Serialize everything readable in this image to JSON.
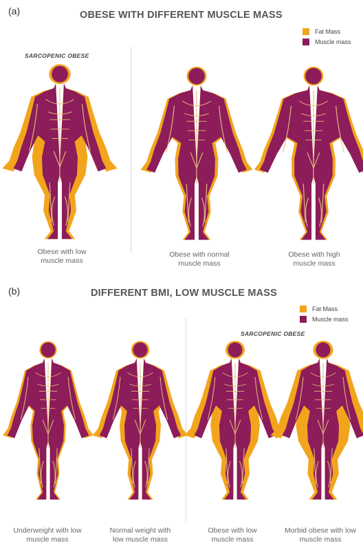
{
  "colors": {
    "fat": "#f2a51c",
    "muscle": "#8c1c5a",
    "line": "#e6c27a"
  },
  "panel_a": {
    "letter": "(a)",
    "title": "OBESE WITH DIFFERENT MUSCLE MASS",
    "legend": {
      "fat": "Fat Mass",
      "muscle": "Muscle mass"
    },
    "sarcopenic_label": "SARCOPENIC OBESE",
    "figures": [
      {
        "caption": "Obese with low\nmuscle mass",
        "fat_level": 0.75,
        "muscle_level": 0.3
      },
      {
        "caption": "Obese with normal\nmuscle mass",
        "fat_level": 0.15,
        "muscle_level": 0.6
      },
      {
        "caption": "Obese with high\nmuscle mass",
        "fat_level": 0.12,
        "muscle_level": 0.9
      }
    ]
  },
  "panel_b": {
    "letter": "(b)",
    "title": "DIFFERENT BMI, LOW MUSCLE MASS",
    "legend": {
      "fat": "Fat Mass",
      "muscle": "Muscle mass"
    },
    "sarcopenic_label": "SARCOPENIC OBESE",
    "figures": [
      {
        "caption": "Underweight with low\nmuscle mass",
        "fat_level": 0.05,
        "muscle_level": 0.25
      },
      {
        "caption": "Normal weight with\nlow muscle mass",
        "fat_level": 0.35,
        "muscle_level": 0.25
      },
      {
        "caption": "Obese with low\nmuscle mass",
        "fat_level": 0.75,
        "muscle_level": 0.25
      },
      {
        "caption": "Morbid obese with low\nmuscle mass",
        "fat_level": 1.0,
        "muscle_level": 0.25
      }
    ]
  }
}
